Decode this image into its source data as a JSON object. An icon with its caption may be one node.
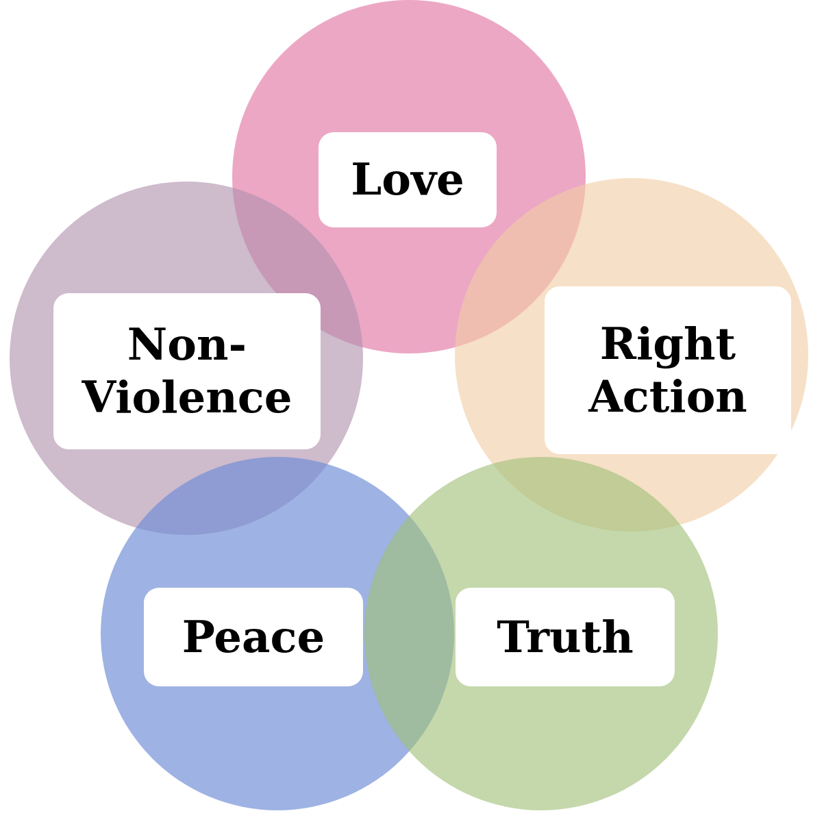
{
  "diagram": {
    "nodes": [
      {
        "text": [
          "Love"
        ]
      },
      {
        "text": [
          "Non-Violence"
        ]
      },
      {
        "text": [
          "Right Action"
        ]
      },
      {
        "text": [
          "Peace"
        ]
      },
      {
        "text": [
          "Truth"
        ]
      }
    ],
    "edges": []
  }
}
